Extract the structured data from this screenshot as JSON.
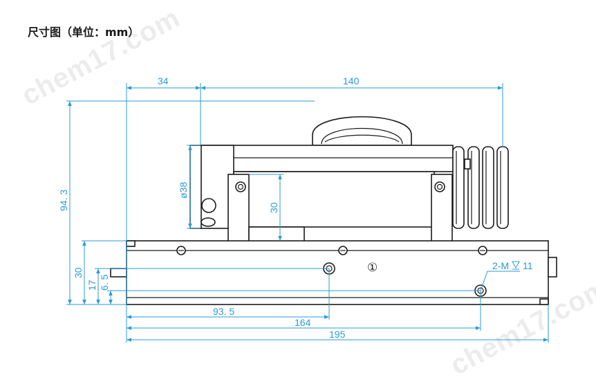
{
  "title": "尺寸图（单位：mm）",
  "watermark": [
    "chem17.com",
    "chem17.com"
  ],
  "colors": {
    "dimension": "#2a9bd4",
    "outline": "#1a1a1a"
  },
  "dims": {
    "d34": "34",
    "d140": "140",
    "d94_3": "94. 3",
    "d38": "ø38",
    "d30_inner": "30",
    "d30": "30",
    "d17": "17",
    "d6_5": "6. 5",
    "d93_5": "93. 5",
    "d164": "164",
    "d195": "195",
    "hole_callout": "2-M",
    "hole_depth": "11",
    "center_mark": "①"
  }
}
